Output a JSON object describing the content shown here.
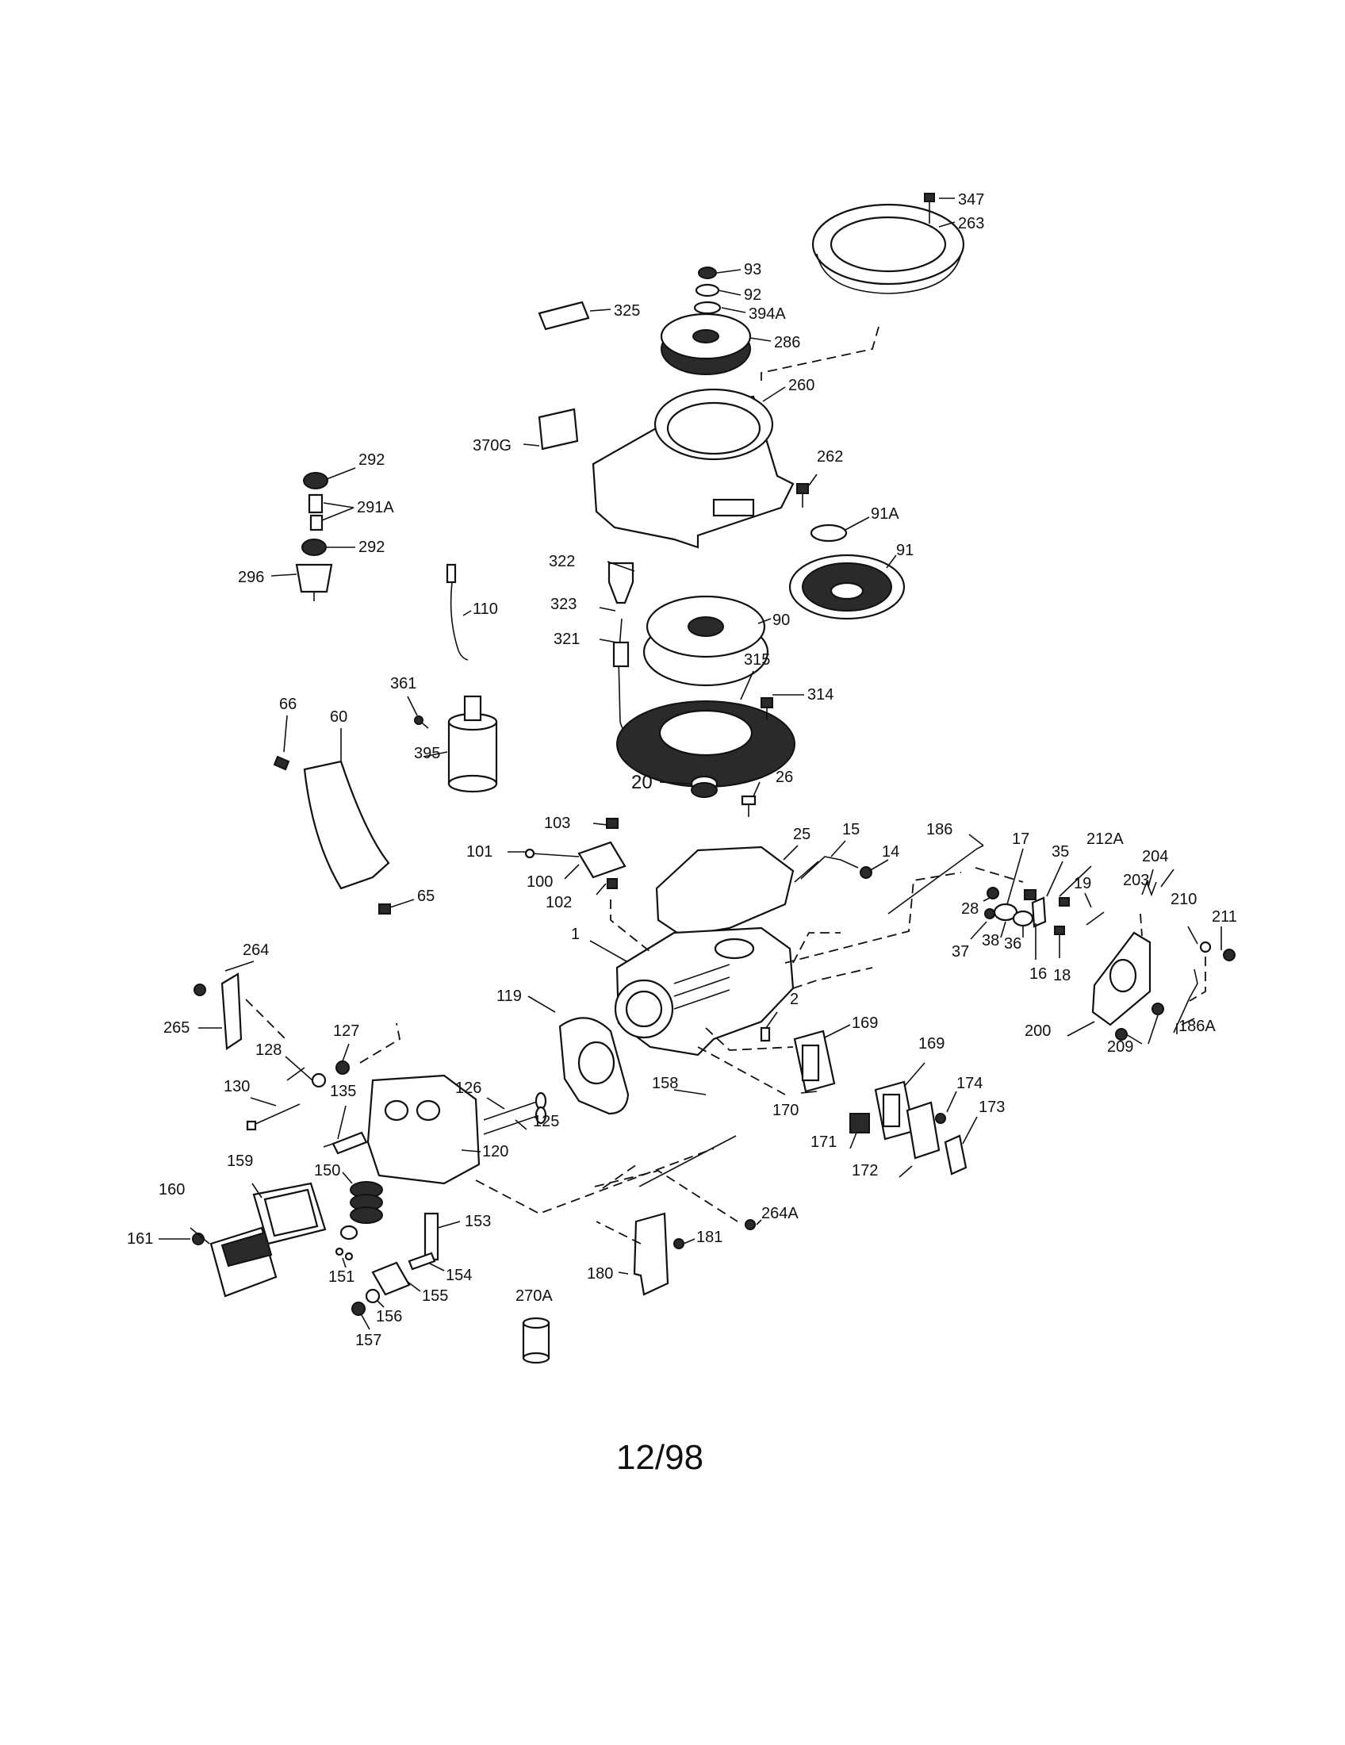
{
  "labels": [
    "347",
    "263",
    "93",
    "92",
    "394A",
    "325",
    "286",
    "260",
    "370G",
    "262",
    "292",
    "291A",
    "292",
    "296",
    "91A",
    "91",
    "322",
    "323",
    "321",
    "90",
    "110",
    "315",
    "314",
    "361",
    "66",
    "60",
    "395",
    "20",
    "26",
    "103",
    "101",
    "100",
    "102",
    "25",
    "15",
    "14",
    "186",
    "17",
    "35",
    "212A",
    "204",
    "19",
    "203",
    "210",
    "211",
    "28",
    "37",
    "38",
    "36",
    "16",
    "18",
    "1",
    "264",
    "265",
    "119",
    "2",
    "169",
    "169",
    "200",
    "209",
    "186A",
    "127",
    "128",
    "126",
    "130",
    "135",
    "125",
    "158",
    "174",
    "173",
    "170",
    "171",
    "172",
    "120",
    "159",
    "150",
    "160",
    "161",
    "153",
    "151",
    "154",
    "155",
    "156",
    "157",
    "270A",
    "264A",
    "181",
    "180",
    "65"
  ],
  "footer": {
    "date": "12/98"
  }
}
